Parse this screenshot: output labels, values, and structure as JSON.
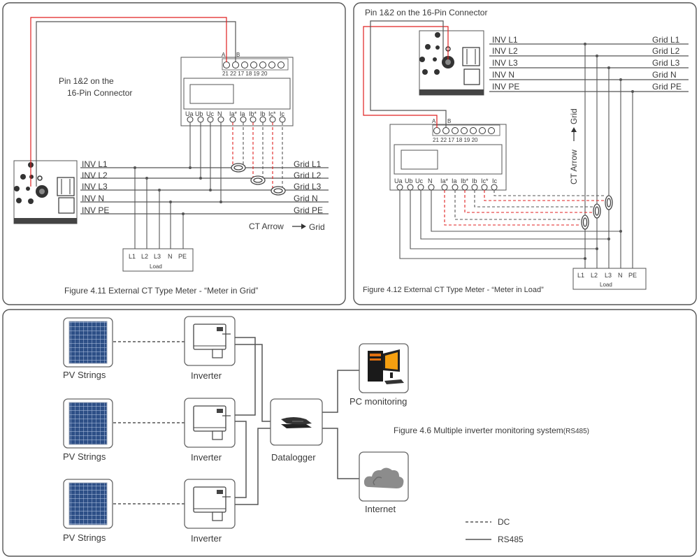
{
  "fig411": {
    "pin_note_1": "Pin 1&2 on the",
    "pin_note_2": "16-Pin Connector",
    "term_a": "A",
    "term_b": "B",
    "term_numbers": "21 22 17 18 19 20",
    "meter_terms": [
      "Ua",
      "Ub",
      "Uc",
      "N",
      "Ia*",
      "Ia",
      "Ib*",
      "Ib",
      "Ic*",
      "Ic"
    ],
    "inv_lines": [
      "INV L1",
      "INV L2",
      "INV L3",
      "INV N",
      "INV PE"
    ],
    "grid_lines": [
      "Grid L1",
      "Grid L2",
      "Grid L3",
      "Grid N",
      "Grid PE"
    ],
    "ct_arrow_label": "CT Arrow",
    "ct_arrow_target": "Grid",
    "load_terms": [
      "L1",
      "L2",
      "L3",
      "N",
      "PE"
    ],
    "load_label": "Load",
    "caption": "Figure 4.11 External CT Type Meter - “Meter in Grid”"
  },
  "fig412": {
    "pin_note": "Pin 1&2 on the 16-Pin Connector",
    "term_a": "A",
    "term_b": "B",
    "term_numbers": "21 22 17 18 19 20",
    "meter_terms": [
      "Ua",
      "Ub",
      "Uc",
      "N",
      "Ia*",
      "Ia",
      "Ib*",
      "Ib",
      "Ic*",
      "Ic"
    ],
    "inv_lines": [
      "INV L1",
      "INV L2",
      "INV L3",
      "INV N",
      "INV PE"
    ],
    "grid_lines": [
      "Grid L1",
      "Grid L2",
      "Grid L3",
      "Grid N",
      "Grid PE"
    ],
    "ct_arrow_label": "CT Arrow",
    "ct_arrow_target": "Grid",
    "load_terms": [
      "L1",
      "L2",
      "L3",
      "N",
      "PE"
    ],
    "load_label": "Load",
    "caption": "Figure 4.12 External CT Type Meter - “Meter in Load”"
  },
  "fig46": {
    "pv_label": "PV Strings",
    "inverter_label": "Inverter",
    "datalogger_label": "Datalogger",
    "pc_label": "PC monitoring",
    "internet_label": "Internet",
    "caption_main": "Figure 4.6 Multiple inverter monitoring system",
    "caption_suffix": "(RS485)",
    "legend_dc": "DC",
    "legend_rs485": "RS485"
  },
  "colors": {
    "frame": "#555555",
    "wire": "#555555",
    "red_wire": "#e02020",
    "text": "#3a3a3a"
  }
}
